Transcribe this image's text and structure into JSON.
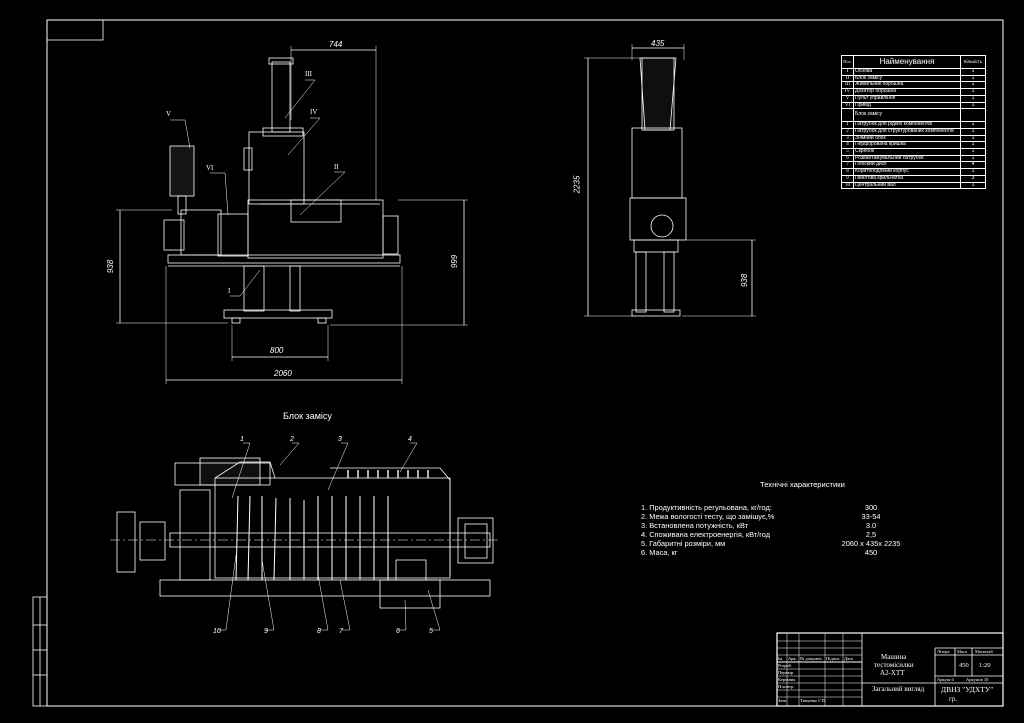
{
  "general_view": {
    "dims": {
      "top": "744",
      "left_height": "938",
      "right_height": "999",
      "base": "800",
      "total": "2060"
    },
    "callouts": [
      "I",
      "II",
      "III",
      "IV",
      "V",
      "VI"
    ]
  },
  "side_view": {
    "dims": {
      "width": "435",
      "height": "2235",
      "lower": "938"
    }
  },
  "mixing_block": {
    "title": "Блок замісу",
    "top_callouts": [
      "1",
      "2",
      "3",
      "4"
    ],
    "bottom_callouts": [
      "10",
      "9",
      "8",
      "7",
      "6",
      "5"
    ]
  },
  "spec_table": {
    "headers": {
      "pos": "Поз.",
      "name": "Найменування",
      "qty": "Кількість"
    },
    "items": [
      {
        "pos": "I",
        "name": "Основа",
        "qty": "1"
      },
      {
        "pos": "II",
        "name": "Блок замісу",
        "qty": "1"
      },
      {
        "pos": "III",
        "name": "Живильник борошна",
        "qty": "1"
      },
      {
        "pos": "IV",
        "name": "Дозатор борошна",
        "qty": "1"
      },
      {
        "pos": "V",
        "name": "Пульт управління",
        "qty": "1"
      },
      {
        "pos": "VI",
        "name": "Привід",
        "qty": "1"
      }
    ],
    "section": "Блок замісу",
    "section_items": [
      {
        "pos": "1",
        "name": "Патрубок для рідких компонентів",
        "qty": "1"
      },
      {
        "pos": "2",
        "name": "Патрубок для структурованих компонентів",
        "qty": "1"
      },
      {
        "pos": "3",
        "name": "Знімний блок",
        "qty": "1"
      },
      {
        "pos": "4",
        "name": "Перфорована кришка",
        "qty": "1"
      },
      {
        "pos": "5",
        "name": "Скребок",
        "qty": "1"
      },
      {
        "pos": "6",
        "name": "Розвантажувальний патрубок",
        "qty": "1"
      },
      {
        "pos": "7",
        "name": "Плоский диск",
        "qty": "4"
      },
      {
        "pos": "8",
        "name": "Коритоподібний корпус",
        "qty": "1"
      },
      {
        "pos": "9",
        "name": "Гвинтова крильчатка",
        "qty": "3"
      },
      {
        "pos": "10",
        "name": "Центральний вал",
        "qty": "1"
      }
    ]
  },
  "tech": {
    "title": "Технічні характеристики",
    "rows": [
      {
        "label": "1. Продуктивність регульована, кг/год:",
        "value": "300"
      },
      {
        "label": "2. Межа вологості тесту, що замішує,%",
        "value": "33-54"
      },
      {
        "label": "3. Встановлена потужність, кВт",
        "value": "3.0"
      },
      {
        "label": "4. Споживана електроенергія, кВт/год",
        "value": "2,5"
      },
      {
        "label": "5. Габаритні розміри, мм",
        "value": "2060 х 435х 2235"
      },
      {
        "label": "6. Маса, кг",
        "value": "450"
      }
    ]
  },
  "title_block": {
    "name_line1": "Машина",
    "name_line2": "тестомісилки",
    "name_line3": "А2-ХТТ",
    "view": "Загальний вигляд",
    "col_headers": [
      "Зм.",
      "Арк.",
      "№ докумен.",
      "Підпис",
      "Дата"
    ],
    "roles": [
      "Розроб.",
      "Перевір.",
      "Керівник",
      "Н.контр.",
      "Затв."
    ],
    "approver": "Тищенко Г.П.",
    "letter_label": "Літера",
    "mass_label": "Маса",
    "scale_label": "Масштаб",
    "mass_value": "450",
    "scale_value": "1:20",
    "sheet_label": "Аркуш 6",
    "sheets_label": "Аркушів 10",
    "org": "ДВНЗ \"УДХТУ\"",
    "group": "гр."
  }
}
